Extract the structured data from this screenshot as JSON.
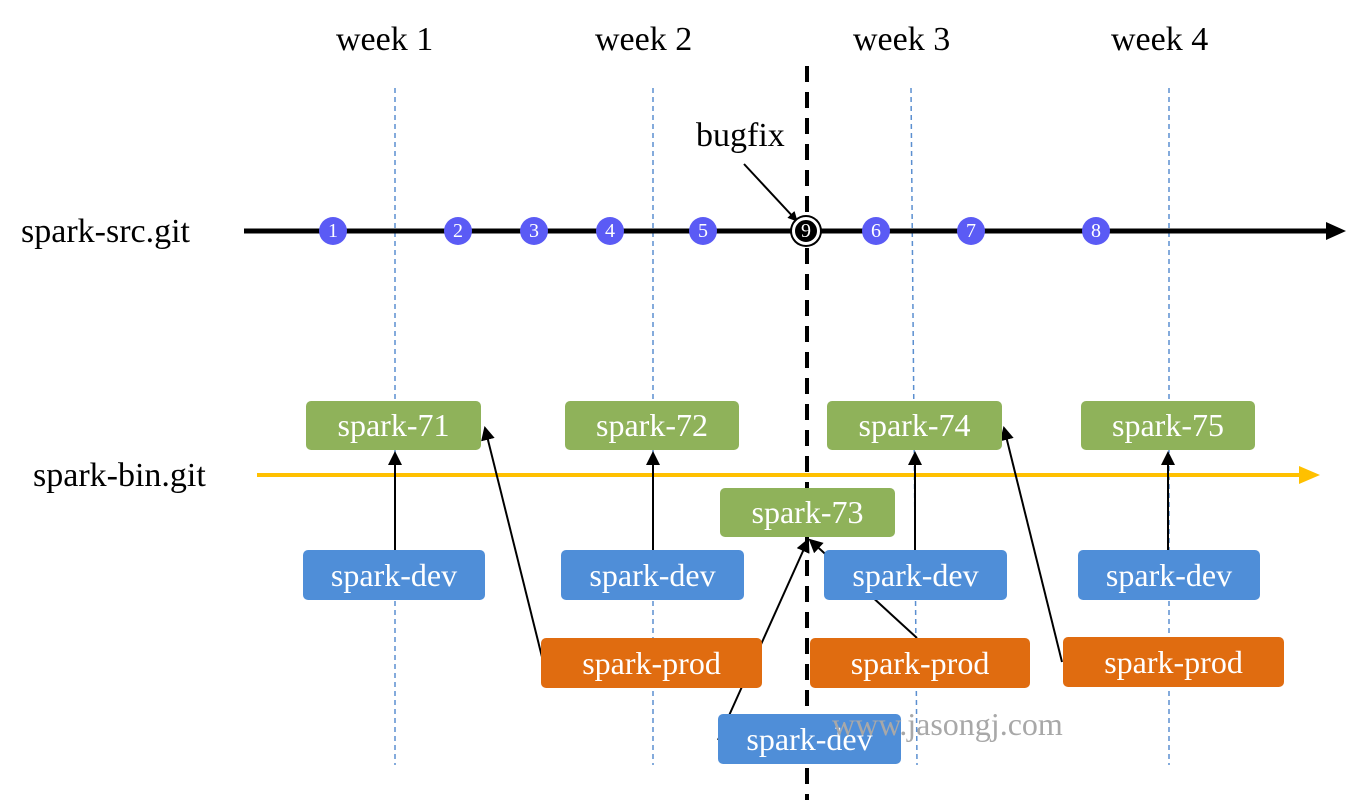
{
  "weeks": [
    "week 1",
    "week 2",
    "week 3",
    "week 4"
  ],
  "repos": {
    "src": "spark-src.git",
    "bin": "spark-bin.git"
  },
  "bugfix_label": "bugfix",
  "commits": [
    "1",
    "2",
    "3",
    "4",
    "5",
    "9",
    "6",
    "7",
    "8"
  ],
  "highlighted_commit": "9",
  "builds": {
    "spark_71": "spark-71",
    "spark_72": "spark-72",
    "spark_73": "spark-73",
    "spark_74": "spark-74",
    "spark_75": "spark-75"
  },
  "envs": {
    "dev": "spark-dev",
    "prod": "spark-prod"
  },
  "watermark": "www.jasongj.com",
  "colors": {
    "src_line": "#000000",
    "bin_line": "#ffc000",
    "commit": "#5b5bf5",
    "build": "#8fb25a",
    "dev": "#4f8ed8",
    "prod": "#e06c10",
    "week_divider": "#5b8fd0"
  }
}
